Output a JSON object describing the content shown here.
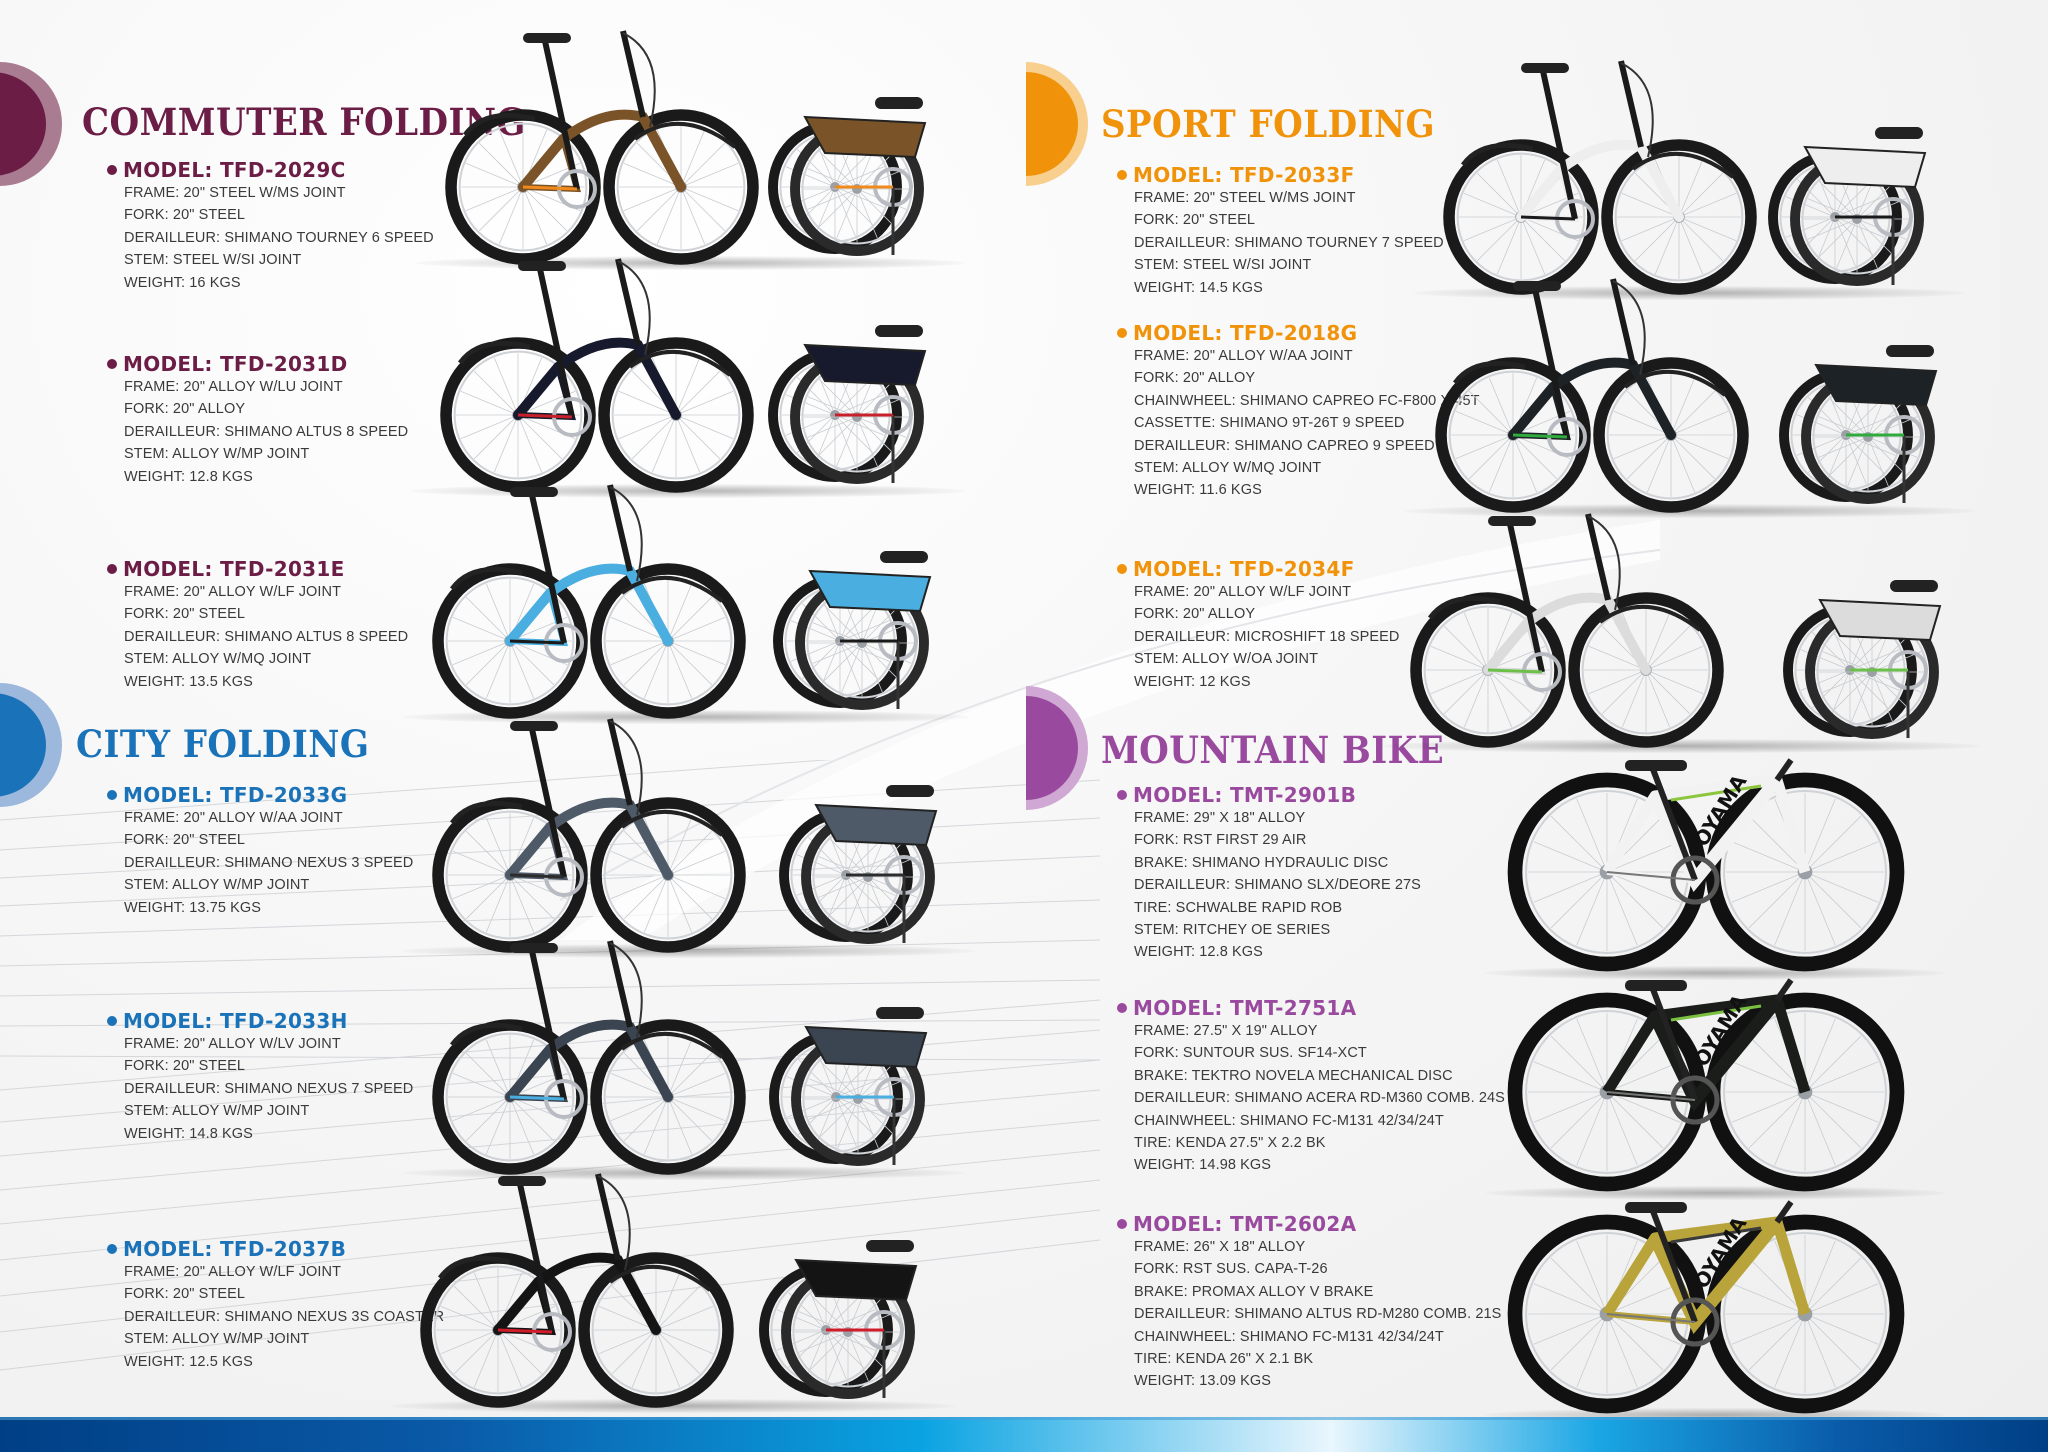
{
  "page": {
    "background": "#f3f3f3",
    "bottom_bar_colors": [
      "#003f85",
      "#0aa3e2",
      "#e9f6fd"
    ]
  },
  "sections": {
    "commuter": {
      "title": "COMMUTER FOLDING",
      "color": "#6b1d46",
      "ring_color": "#a97c92",
      "models": [
        {
          "name": "MODEL: TFD-2029C",
          "specs": [
            "FRAME: 20\" STEEL W/MS JOINT",
            "FORK: 20\" STEEL",
            "DERAILLEUR: SHIMANO TOURNEY 6 SPEED",
            "STEM: STEEL W/SI JOINT",
            "WEIGHT: 16 KGS"
          ],
          "frame_color": "#7a5428",
          "accent_color": "#f08a1c"
        },
        {
          "name": "MODEL: TFD-2031D",
          "specs": [
            "FRAME: 20\" ALLOY W/LU JOINT",
            "FORK: 20\" ALLOY",
            "DERAILLEUR: SHIMANO ALTUS 8 SPEED",
            "STEM: ALLOY W/MP JOINT",
            "WEIGHT: 12.8 KGS"
          ],
          "frame_color": "#161a2c",
          "accent_color": "#c8202a"
        },
        {
          "name": "MODEL: TFD-2031E",
          "specs": [
            "FRAME: 20\" ALLOY W/LF JOINT",
            "FORK: 20\" STEEL",
            "DERAILLEUR: SHIMANO ALTUS 8 SPEED",
            "STEM: ALLOY W/MQ JOINT",
            "WEIGHT: 13.5 KGS"
          ],
          "frame_color": "#4aaee0",
          "accent_color": "#1a1a1a"
        }
      ]
    },
    "city": {
      "title": "CITY FOLDING",
      "color": "#1a72b8",
      "ring_color": "#9db8dd",
      "models": [
        {
          "name": "MODEL: TFD-2033G",
          "specs": [
            "FRAME: 20\" ALLOY W/AA JOINT",
            "FORK: 20\" STEEL",
            "DERAILLEUR: SHIMANO NEXUS 3 SPEED",
            "STEM: ALLOY W/MP JOINT",
            "WEIGHT: 13.75 KGS"
          ],
          "frame_color": "#4f5a68",
          "accent_color": "#2c2c2c"
        },
        {
          "name": "MODEL: TFD-2033H",
          "specs": [
            "FRAME: 20\" ALLOY W/LV JOINT",
            "FORK: 20\" STEEL",
            "DERAILLEUR: SHIMANO NEXUS 7 SPEED",
            "STEM: ALLOY W/MP JOINT",
            "WEIGHT: 14.8 KGS"
          ],
          "frame_color": "#3b4552",
          "accent_color": "#4aaee0"
        },
        {
          "name": "MODEL: TFD-2037B",
          "specs": [
            "FRAME: 20\" ALLOY W/LF JOINT",
            "FORK: 20\" STEEL",
            "DERAILLEUR: SHIMANO NEXUS 3S COASTER",
            "STEM: ALLOY W/MP JOINT",
            "WEIGHT: 12.5 KGS"
          ],
          "frame_color": "#141414",
          "accent_color": "#d01c2a"
        }
      ]
    },
    "sport": {
      "title": "SPORT FOLDING",
      "color": "#f0930a",
      "ring_color": "#f8cf8e",
      "models": [
        {
          "name": "MODEL: TFD-2033F",
          "specs": [
            "FRAME: 20\" STEEL W/MS JOINT",
            "FORK: 20\" STEEL",
            "DERAILLEUR: SHIMANO TOURNEY 7 SPEED",
            "STEM: STEEL W/SI JOINT",
            "WEIGHT: 14.5 KGS"
          ],
          "frame_color": "#eeeeee",
          "accent_color": "#1a1a1a"
        },
        {
          "name": "MODEL: TFD-2018G",
          "specs": [
            "FRAME: 20\" ALLOY W/AA JOINT",
            "FORK: 20\" ALLOY",
            "CHAINWHEEL: SHIMANO CAPREO FC-F800 X 45T",
            "CASSETTE: SHIMANO 9T-26T 9 SPEED",
            "DERAILLEUR: SHIMANO CAPREO 9 SPEED",
            "STEM: ALLOY W/MQ JOINT",
            "WEIGHT: 11.6 KGS"
          ],
          "frame_color": "#1c2226",
          "accent_color": "#2faa3c"
        },
        {
          "name": "MODEL: TFD-2034F",
          "specs": [
            "FRAME: 20\" ALLOY W/LF JOINT",
            "FORK: 20\" ALLOY",
            "DERAILLEUR: MICROSHIFT 18 SPEED",
            "STEM: ALLOY W/OA JOINT",
            "WEIGHT: 12 KGS"
          ],
          "frame_color": "#dcdcdc",
          "accent_color": "#6cc04a"
        }
      ]
    },
    "mountain": {
      "title": "MOUNTAIN BIKE",
      "color": "#9a4a9e",
      "ring_color": "#cfa8d3",
      "models": [
        {
          "name": "MODEL: TMT-2901B",
          "specs": [
            "FRAME: 29\" X 18\" ALLOY",
            "FORK: RST FIRST 29 AIR",
            "BRAKE: SHIMANO HYDRAULIC DISC",
            "DERAILLEUR: SHIMANO SLX/DEORE 27S",
            "TIRE: SCHWALBE RAPID ROB",
            "STEM: RITCHEY OE SERIES",
            "WEIGHT: 12.8 KGS"
          ],
          "frame_color": "#f2f2f2",
          "accent_color": "#8cc63e",
          "brand": "OYAMA"
        },
        {
          "name": "MODEL: TMT-2751A",
          "specs": [
            "FRAME: 27.5\" X 19\" ALLOY",
            "FORK: SUNTOUR SUS. SF14-XCT",
            "BRAKE: TEKTRO NOVELA MECHANICAL DISC",
            "DERAILLEUR: SHIMANO ACERA RD-M360 COMB. 24S",
            "CHAINWHEEL: SHIMANO FC-M131 42/34/24T",
            "TIRE: KENDA 27.5\" X 2.2 BK",
            "WEIGHT: 14.98 KGS"
          ],
          "frame_color": "#1a1d1a",
          "accent_color": "#7ac142",
          "brand": "OYAMA"
        },
        {
          "name": "MODEL: TMT-2602A",
          "specs": [
            "FRAME: 26\" X 18\" ALLOY",
            "FORK: RST SUS. CAPA-T-26",
            "BRAKE: PROMAX ALLOY V BRAKE",
            "DERAILLEUR: SHIMANO ALTUS RD-M280 COMB. 21S",
            "CHAINWHEEL: SHIMANO FC-M131 42/34/24T",
            "TIRE: KENDA 26\" X 2.1 BK",
            "WEIGHT: 13.09 KGS"
          ],
          "frame_color": "#b8a43a",
          "accent_color": "#3a3a3a",
          "brand": "OYAMA"
        }
      ]
    }
  }
}
